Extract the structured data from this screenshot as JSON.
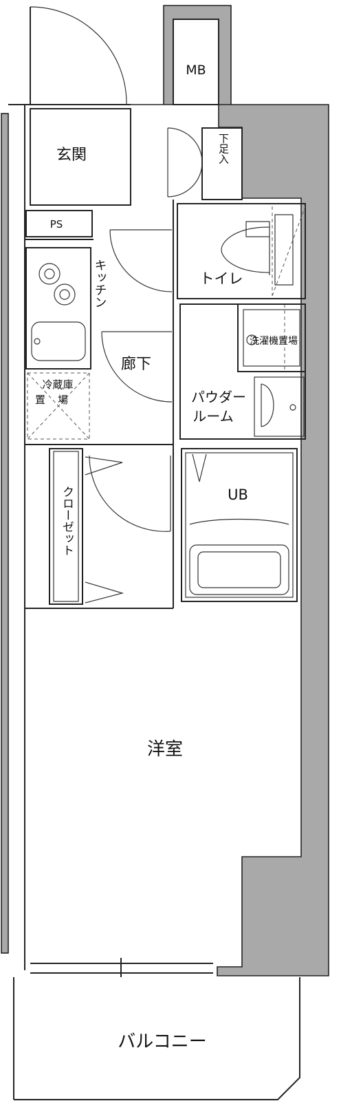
{
  "rooms": {
    "mb": "MB",
    "entrance": "玄関",
    "shoe_box": "下足入",
    "ps": "PS",
    "kitchen": "キッチン",
    "toilet": "トイレ",
    "washer": "洗濯機置場",
    "corridor": "廊下",
    "fridge_line1": "冷蔵庫",
    "fridge_line2": "置場",
    "powder_line1": "パウダー",
    "powder_line2": "ルーム",
    "ub": "UB",
    "closet": "クローゼット",
    "western_room": "洋室",
    "balcony": "バルコニー"
  },
  "colors": {
    "wall_fill": "#a9a9a9",
    "line": "#222222"
  }
}
